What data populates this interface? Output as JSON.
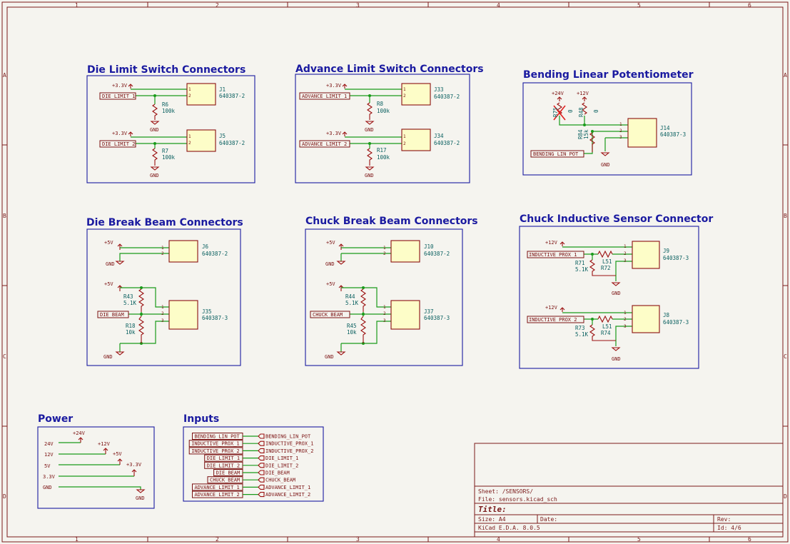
{
  "border": {
    "cols": [
      "1",
      "2",
      "3",
      "4",
      "5",
      "6"
    ],
    "rows": [
      "A",
      "B",
      "C",
      "D"
    ]
  },
  "blocks": {
    "die_limit": {
      "title": "Die Limit Switch Connectors"
    },
    "advance_limit": {
      "title": "Advance Limit Switch Connectors"
    },
    "bending_pot": {
      "title": "Bending Linear Potentiometer"
    },
    "die_break": {
      "title": "Die Break Beam Connectors"
    },
    "chuck_break": {
      "title": "Chuck Break Beam Connectors"
    },
    "chuck_inductive": {
      "title": "Chuck Inductive Sensor Connector"
    },
    "power": {
      "title": "Power"
    },
    "inputs": {
      "title": "Inputs"
    }
  },
  "text": {
    "v33": "+3.3V",
    "v5": "+5V",
    "v12": "+12V",
    "v24": "+24V",
    "gnd": "GND",
    "die_limit_1": "DIE_LIMIT_1",
    "die_limit_2": "DIE_LIMIT_2",
    "adv_limit_1": "ADVANCE_LIMIT_1",
    "adv_limit_2": "ADVANCE_LIMIT_2",
    "bend_pot": "BENDING_LIN_POT",
    "die_beam": "DIE_BEAM",
    "chuck_beam": "CHUCK_BEAM",
    "ind_prox_1": "INDUCTIVE_PROX_1",
    "ind_prox_2": "INDUCTIVE_PROX_2",
    "r6": "R6",
    "r7": "R7",
    "r8": "R8",
    "r17": "R17",
    "val100k": "100k",
    "j1": "J1",
    "j5": "J5",
    "j33": "J33",
    "j34": "J34",
    "part2": "640387-2",
    "part3": "640387-3",
    "r75": "R75",
    "r48": "R48",
    "r84": "R84",
    "zero": "0",
    "val15k": "15k",
    "j14": "J14",
    "j6": "J6",
    "j35": "J35",
    "r43": "R43",
    "r18": "R18",
    "val51k": "5.1K",
    "val10k": "10k",
    "j10": "J10",
    "j37": "J37",
    "r44": "R44",
    "r45": "R45",
    "val10k_b": "10k",
    "r71": "R71",
    "r72": "R72",
    "l51": "L51",
    "j9": "J9",
    "r73": "R73",
    "r74": "R74",
    "j8": "J8",
    "pw_24v": "24V",
    "pw_12v": "12V",
    "pw_5v": "5V",
    "pw_33v": "3.3V",
    "pw_gnd": "GND",
    "pw_p24": "+24V",
    "pw_p12": "+12V",
    "pw_p5": "+5V",
    "pw_p33": "+3.3V",
    "pw_gnd2": "GND"
  },
  "inputs": [
    "BENDING_LIN_POT",
    "INDUCTIVE_PROX_1",
    "INDUCTIVE_PROX_2",
    "DIE_LIMIT_1",
    "DIE_LIMIT_2",
    "DIE_BEAM",
    "CHUCK_BEAM",
    "ADVANCE_LIMIT_1",
    "ADVANCE_LIMIT_2"
  ],
  "title_block": {
    "sheet": "Sheet: /SENSORS/",
    "file": "File: sensors.kicad_sch",
    "title": "Title:",
    "size": "Size: A4",
    "date": "Date:",
    "rev": "Rev:",
    "tool": "KiCad E.D.A. 8.0.5",
    "id": "Id: 4/6"
  }
}
